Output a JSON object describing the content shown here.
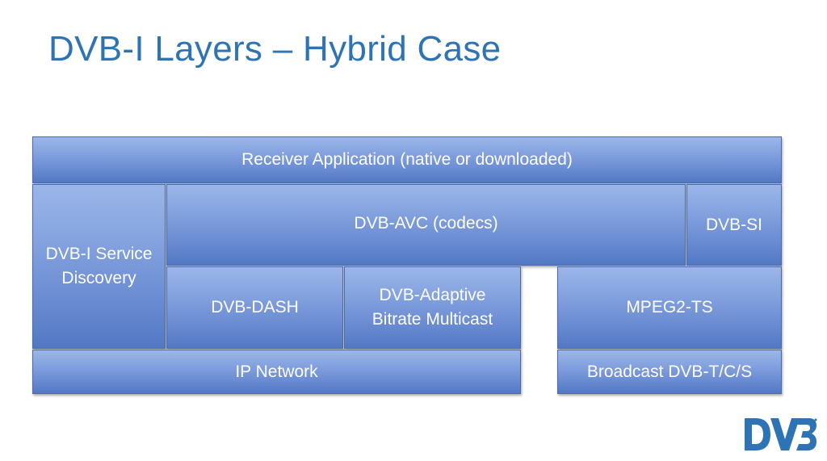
{
  "slide": {
    "title": "DVB-I Layers – Hybrid Case"
  },
  "layers": {
    "receiver_application": "Receiver Application (native or downloaded)",
    "service_discovery": "DVB-I Service Discovery",
    "dvb_avc": "DVB-AVC (codecs)",
    "dvb_si": "DVB-SI",
    "dvb_dash": "DVB-DASH",
    "dvb_adaptive_multicast": "DVB-Adaptive Bitrate Multicast",
    "mpeg2_ts": "MPEG2-TS",
    "ip_network": "IP Network",
    "broadcast": "Broadcast DVB-T/C/S"
  },
  "logo": {
    "text": "DVB",
    "color": "#2e74b5"
  },
  "colors": {
    "title": "#2e74b5",
    "block_top": "#9bb6e8",
    "block_bottom": "#5378c4"
  }
}
